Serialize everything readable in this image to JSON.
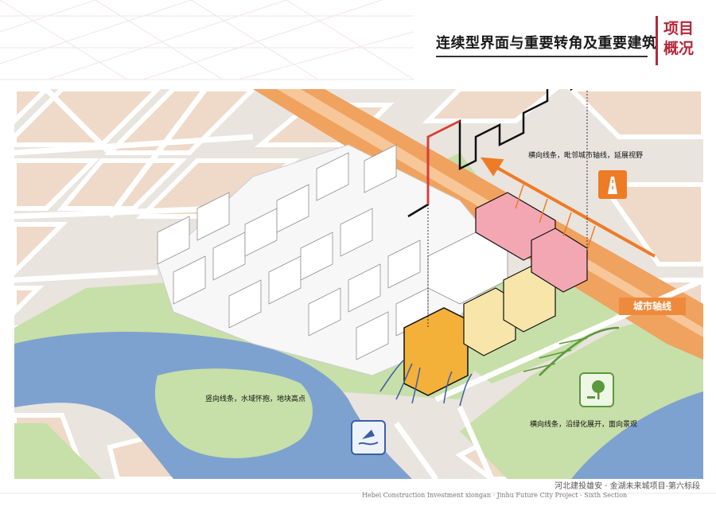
{
  "header": {
    "title": "连续型界面与重要转角及重要建筑",
    "section_tag": "项目概况"
  },
  "annotations": {
    "top_right": "横向线条，毗邻城市轴线，延展视野",
    "city_axis": "城市轴线",
    "water_left": "竖向线条，水域怀抱，地块高点",
    "green_bottom": "横向线条，沿绿化展开，面向景观"
  },
  "icons": {
    "highway": "highway-icon",
    "water": "water-fountain-icon",
    "tree": "tree-icon"
  },
  "colors": {
    "accent_red": "#b3283a",
    "axis_orange": "#ee8a3c",
    "water_blue": "#7ea2cf",
    "green": "#c7dfa8",
    "block_tan": "#efd9c8",
    "building_orange": "#f3b13a",
    "building_yellow": "#f7e5a9",
    "building_pink": "#f3a7b3"
  },
  "footer": {
    "cn": "河北建投雄安 · 金湖未来城项目-第六标段",
    "en": "Hebei Construction Investment xiongan  ·  Jinhu Future City Project - Sixth Section"
  }
}
